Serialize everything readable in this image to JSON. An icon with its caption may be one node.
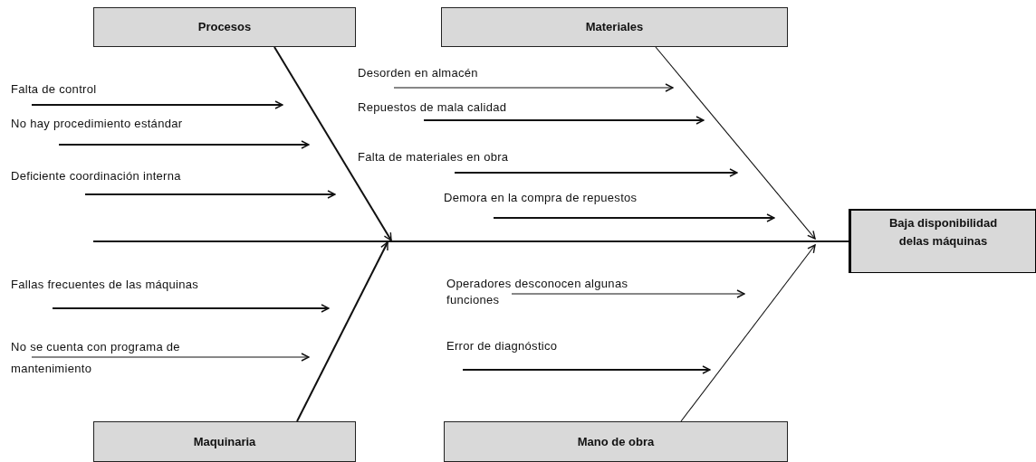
{
  "diagram": {
    "nodes": [
      {
        "text": [
          "Procesos"
        ]
      },
      {
        "text": [
          "Materiales"
        ]
      },
      {
        "text": [
          "Falta de control"
        ]
      },
      {
        "text": [
          "No hay procedimiento estándar"
        ]
      },
      {
        "text": [
          "Deficiente coordinación interna"
        ]
      },
      {
        "text": [
          "Desorden en almacén"
        ]
      },
      {
        "text": [
          "Repuestos de mala calidad"
        ]
      },
      {
        "text": [
          "Falta de materiales en obra"
        ]
      },
      {
        "text": [
          "Demora en la compra de repuestos"
        ]
      },
      {
        "text": [
          "Baja disponibilidad delas máquinas"
        ]
      },
      {
        "text": [
          "Fallas frecuentes de las máquinas"
        ]
      },
      {
        "text": [
          "No se cuenta con programa de mantenimiento"
        ]
      },
      {
        "text": [
          "Operadores desconocen algunas funciones"
        ]
      },
      {
        "text": [
          "Error de diagnóstico"
        ]
      },
      {
        "text": [
          "Maquinaria"
        ]
      },
      {
        "text": [
          "Mano de obra"
        ]
      }
    ],
    "edges": [
      {
        "from": 0,
        "to": null,
        "arrow": "to"
      },
      {
        "from": 1,
        "to": null,
        "arrow": "to"
      },
      {
        "from": 14,
        "to": null,
        "arrow": "to"
      },
      {
        "from": 15,
        "to": null,
        "arrow": "to"
      },
      {
        "from": null,
        "to": 9,
        "arrow": "none"
      },
      {
        "from": 2,
        "to": null,
        "arrow": "to"
      },
      {
        "from": 3,
        "to": null,
        "arrow": "to"
      },
      {
        "from": 4,
        "to": null,
        "arrow": "to"
      },
      {
        "from": 5,
        "to": null,
        "arrow": "to"
      },
      {
        "from": 6,
        "to": null,
        "arrow": "to"
      },
      {
        "from": 7,
        "to": null,
        "arrow": "to"
      },
      {
        "from": 8,
        "to": null,
        "arrow": "to"
      },
      {
        "from": 10,
        "to": null,
        "arrow": "to"
      },
      {
        "from": 11,
        "to": null,
        "arrow": "to"
      },
      {
        "from": 12,
        "to": null,
        "arrow": "to"
      },
      {
        "from": 13,
        "to": null,
        "arrow": "to"
      }
    ]
  }
}
